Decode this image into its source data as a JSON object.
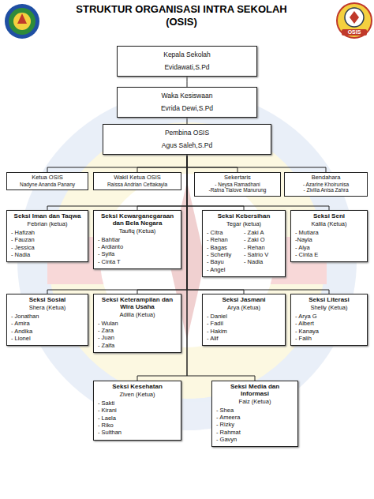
{
  "diagram": {
    "title": "STRUKTUR ORGANISASI INTRA SEKOLAH (OSIS)",
    "nodes": [
      {
        "text": [
          "Kepala Sekolah",
          "Evidawati,S.Pd"
        ]
      },
      {
        "text": [
          "Waka Kesiswaan",
          "Evrida Dewi,S.Pd"
        ]
      },
      {
        "text": [
          "Pembina OSIS",
          "Agus Saleh,S.Pd"
        ]
      },
      {
        "text": [
          "Ketua OSIS",
          "Nadyne Ananda Panany"
        ]
      },
      {
        "text": [
          "Wakil Ketua OSIS",
          "Raissa Andrian Cettakayla"
        ]
      },
      {
        "text": [
          "Sekertaris",
          "- Neysa Ramadhani",
          "-Ratna Tialove Manurung"
        ]
      },
      {
        "text": [
          "Bendahara",
          "- Azarine Khoirunisa",
          "- Zivilia Anisa Zahra"
        ]
      },
      {
        "text": [
          "Seksi Iman dan Taqwa",
          "Febrian (ketua)",
          "- Hafizah",
          "- Fauzan",
          "- Jessica",
          "- Nadia"
        ]
      },
      {
        "text": [
          "Seksi Kewarganegaraan dan Bela Negara",
          "Taufiq (Ketua)",
          "- Bahtiar",
          "- Ardianto",
          "- Syifa",
          "- Cinta T"
        ]
      },
      {
        "text": [
          "Seksi Kebersihan",
          "Tegar (ketua)",
          "- Citra",
          "- Rehan",
          "- Bagas",
          "- Scherlly",
          "- Bayu",
          "- Angel",
          "- Zaki A",
          "- Zaki O",
          "- Rehan",
          "- Satrio V",
          "- Nadia"
        ]
      },
      {
        "text": [
          "Seksi Seni",
          "Kalila (Ketua)",
          "- Mutiara",
          "-Nayla",
          "- Alya",
          "- Cinta E"
        ]
      },
      {
        "text": [
          "Seksi Sosial",
          "Shera (Ketua)",
          "- Jonathan",
          "- Amira",
          "- Andika",
          "- Lionel"
        ]
      },
      {
        "text": [
          "Seksi Keterampilan dan Wira Usaha",
          "Adilla (Ketua)",
          "- Wulan",
          "- Zara",
          "- Juan",
          "- Zalfa"
        ]
      },
      {
        "text": [
          "Seksi Jasmani",
          "Arya (Ketua)",
          "- Daniel",
          "- Fadil",
          "- Hakim",
          "- Alif"
        ]
      },
      {
        "text": [
          "Seksi Literasi",
          "Shelly (Ketua)",
          "- Arya G",
          "- Albert",
          "- Kanaya",
          "- Falih"
        ]
      },
      {
        "text": [
          "Seksi Kesehatan",
          "Ziven (Ketua)",
          "- Sakti",
          "- Kirani",
          "- Laela",
          "- Riko",
          "- Sulthan"
        ]
      },
      {
        "text": [
          "Seksi Media dan Informasi",
          "Faiz (Ketua)",
          "- Shea",
          "- Ameera",
          "- Rizky",
          "- Rahmat",
          "- Gavyn"
        ]
      }
    ],
    "edges": [
      {
        "from": 0,
        "to": 1,
        "arrow": "none"
      },
      {
        "from": 1,
        "to": 2,
        "arrow": "none"
      },
      {
        "from": 2,
        "to": 3,
        "arrow": "none"
      },
      {
        "from": 2,
        "to": 4,
        "arrow": "none"
      },
      {
        "from": 2,
        "to": 5,
        "arrow": "none"
      },
      {
        "from": 2,
        "to": 6,
        "arrow": "none"
      },
      {
        "from": 2,
        "to": 7,
        "arrow": "none"
      },
      {
        "from": 2,
        "to": 8,
        "arrow": "none"
      },
      {
        "from": 2,
        "to": 9,
        "arrow": "none"
      },
      {
        "from": 2,
        "to": 10,
        "arrow": "none"
      },
      {
        "from": 2,
        "to": 11,
        "arrow": "none"
      },
      {
        "from": 2,
        "to": 12,
        "arrow": "none"
      },
      {
        "from": 2,
        "to": 13,
        "arrow": "none"
      },
      {
        "from": 2,
        "to": 14,
        "arrow": "none"
      },
      {
        "from": 2,
        "to": 15,
        "arrow": "none"
      },
      {
        "from": 2,
        "to": 16,
        "arrow": "none"
      }
    ],
    "labels": [
      "OSIS"
    ]
  }
}
